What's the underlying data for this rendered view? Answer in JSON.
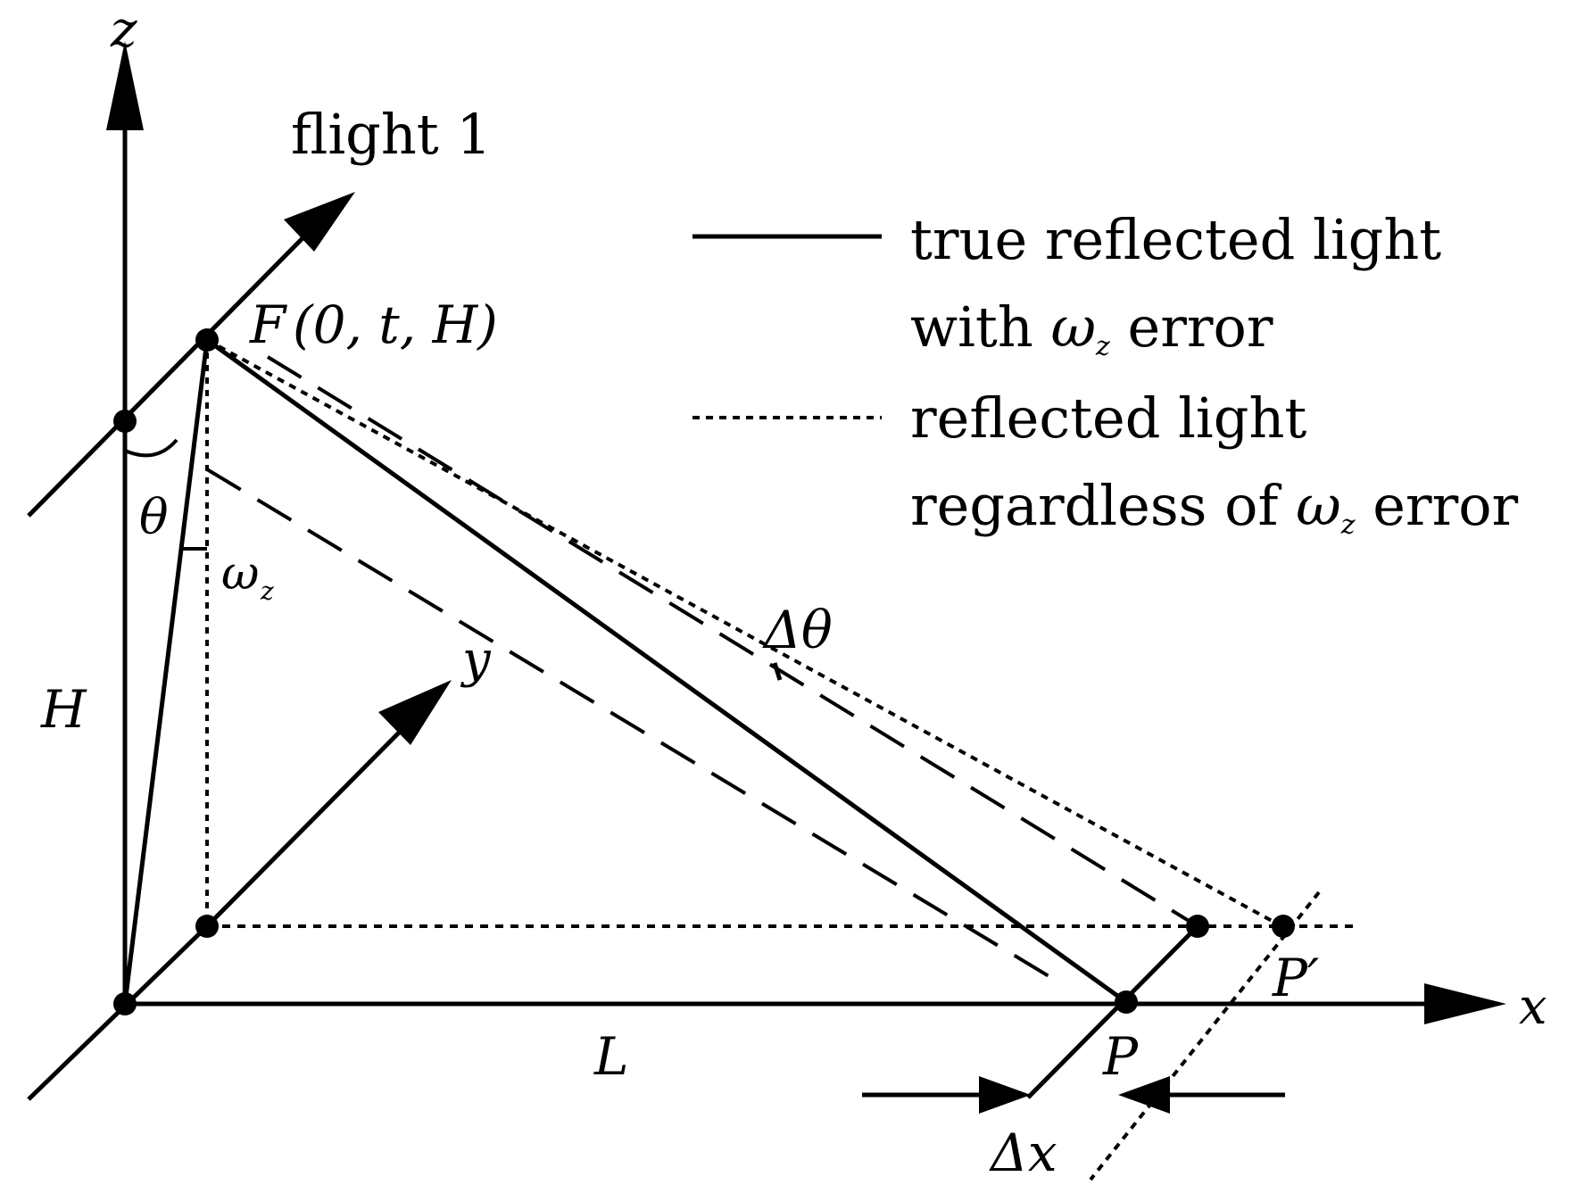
{
  "labels": {
    "z_axis": "z",
    "x_axis": "x",
    "y_axis": "y",
    "flight": "flight 1",
    "point_F_name": "F",
    "point_F_coords": "(0, t, H)",
    "theta": "θ",
    "omega": "ω",
    "omega_sub": "z",
    "H": "H",
    "L": "L",
    "delta_theta": "Δθ",
    "P": "P",
    "P_prime": "P′",
    "delta_x": "Δx"
  },
  "legend": {
    "solid_line1": "true reflected light",
    "solid_line2_pre": "with ",
    "solid_line2_omega": "ω",
    "solid_line2_sub": "z",
    "solid_line2_post": " error",
    "dotted_line1": "reflected light",
    "dotted_line2_pre": "regardless of ",
    "dotted_line2_omega": "ω",
    "dotted_line2_sub": "z",
    "dotted_line2_post": " error"
  }
}
